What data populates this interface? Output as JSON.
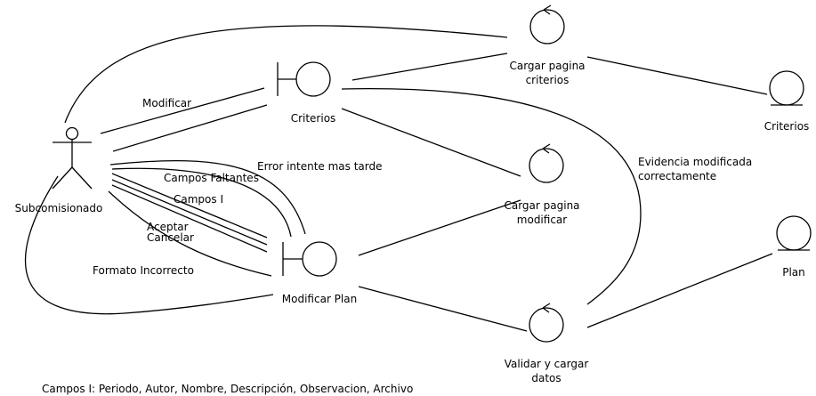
{
  "nodes": {
    "actor": {
      "label": "Subcomisionado"
    },
    "criterios_boundary": {
      "label": "Criterios"
    },
    "modificar_plan_boundary": {
      "label": "Modificar Plan"
    },
    "cargar_criterios": {
      "label_line1": "Cargar pagina",
      "label_line2": "criterios"
    },
    "cargar_modificar": {
      "label_line1": "Cargar pagina",
      "label_line2": "modificar"
    },
    "validar_cargar": {
      "label_line1": "Validar y cargar",
      "label_line2": "datos"
    },
    "criterios_entity": {
      "label": "Criterios"
    },
    "plan_entity": {
      "label": "Plan"
    }
  },
  "messages": {
    "modificar": "Modificar",
    "error_intente": "Error intente mas tarde",
    "campos_faltantes": "Campos Faltantes",
    "campos_i": "Campos I",
    "aceptar": "Aceptar",
    "cancelar": "Cancelar",
    "formato_incorrecto": "Formato Incorrecto",
    "evidencia_line1": "Evidencia modificada",
    "evidencia_line2": "correctamente"
  },
  "footnote": "Campos I: Periodo, Autor, Nombre, Descripción, Observacion, Archivo"
}
